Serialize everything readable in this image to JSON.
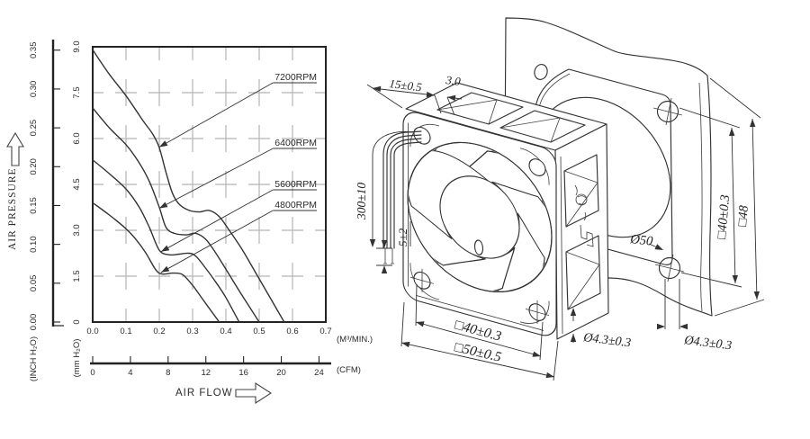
{
  "chart_data": {
    "type": "line",
    "title": "",
    "ylabel": "AIR PRESSURE",
    "xlabel": "AIR FLOW",
    "grid": true,
    "legend_position": "inline-labels",
    "x_primary": {
      "unit": "(M³/MIN.)",
      "min": 0,
      "max": 0.7,
      "ticks": [
        "0.0",
        "0.1",
        "0.2",
        "0.3",
        "0.4",
        "0.5",
        "0.6",
        "0.7"
      ]
    },
    "x_secondary": {
      "unit": "(CFM)",
      "ticks": [
        "0",
        "4",
        "8",
        "12",
        "16",
        "20",
        "24"
      ],
      "m3min_per_cfm": 0.0283168
    },
    "y_primary": {
      "unit": "(INCH H₂O)",
      "ticks": [
        "0.00",
        "0.05",
        "0.10",
        "0.15",
        "0.20",
        "0.25",
        "0.30",
        "0.35"
      ],
      "mm_per_inch": 25.4
    },
    "y_secondary": {
      "unit": "(mm H₂O)",
      "min": 0,
      "max": 9.0,
      "ticks": [
        "0",
        "1.5",
        "3.0",
        "4.5",
        "6.0",
        "7.5",
        "9.0"
      ]
    },
    "series": [
      {
        "name": "7200RPM",
        "label_tip": [
          0.2,
          5.72
        ],
        "points": [
          [
            0,
            8.9
          ],
          [
            0.05,
            8.1
          ],
          [
            0.1,
            7.4
          ],
          [
            0.15,
            6.6
          ],
          [
            0.18,
            6.15
          ],
          [
            0.2,
            5.7
          ],
          [
            0.22,
            4.9
          ],
          [
            0.24,
            4.2
          ],
          [
            0.26,
            3.85
          ],
          [
            0.29,
            3.65
          ],
          [
            0.32,
            3.6
          ],
          [
            0.35,
            3.65
          ],
          [
            0.38,
            3.45
          ],
          [
            0.41,
            3.0
          ],
          [
            0.45,
            2.35
          ],
          [
            0.49,
            1.6
          ],
          [
            0.53,
            0.85
          ],
          [
            0.575,
            0
          ]
        ]
      },
      {
        "name": "6400RPM",
        "label_tip": [
          0.2,
          3.72
        ],
        "points": [
          [
            0,
            7.0
          ],
          [
            0.05,
            6.35
          ],
          [
            0.1,
            5.8
          ],
          [
            0.14,
            5.2
          ],
          [
            0.17,
            4.6
          ],
          [
            0.2,
            3.75
          ],
          [
            0.22,
            3.1
          ],
          [
            0.245,
            2.9
          ],
          [
            0.28,
            2.85
          ],
          [
            0.31,
            2.9
          ],
          [
            0.34,
            2.7
          ],
          [
            0.37,
            2.25
          ],
          [
            0.41,
            1.55
          ],
          [
            0.45,
            0.85
          ],
          [
            0.5,
            0
          ]
        ]
      },
      {
        "name": "5600RPM",
        "label_tip": [
          0.205,
          2.3
        ],
        "points": [
          [
            0,
            5.3
          ],
          [
            0.05,
            4.85
          ],
          [
            0.1,
            4.35
          ],
          [
            0.14,
            3.75
          ],
          [
            0.17,
            3.1
          ],
          [
            0.2,
            2.35
          ],
          [
            0.23,
            2.2
          ],
          [
            0.26,
            2.22
          ],
          [
            0.29,
            2.25
          ],
          [
            0.31,
            2.15
          ],
          [
            0.34,
            1.75
          ],
          [
            0.37,
            1.3
          ],
          [
            0.4,
            0.8
          ],
          [
            0.44,
            0
          ]
        ]
      },
      {
        "name": "4800RPM",
        "label_tip": [
          0.205,
          1.62
        ],
        "points": [
          [
            0,
            3.9
          ],
          [
            0.05,
            3.5
          ],
          [
            0.1,
            3.05
          ],
          [
            0.13,
            2.7
          ],
          [
            0.16,
            2.25
          ],
          [
            0.19,
            1.7
          ],
          [
            0.21,
            1.57
          ],
          [
            0.24,
            1.6
          ],
          [
            0.27,
            1.55
          ],
          [
            0.3,
            1.2
          ],
          [
            0.33,
            0.75
          ],
          [
            0.36,
            0.3
          ],
          [
            0.38,
            0
          ]
        ]
      }
    ],
    "colors": {
      "line": "#333333",
      "grid": "#b5b5b5",
      "text": "#2b2b2b"
    }
  },
  "drawing": {
    "labels": {
      "depth": "15±0.5",
      "flange_inset": "3.0",
      "lead_wire_length": "300±10",
      "strip_length": "5±2",
      "hole_pitch": "□40±0.3",
      "frame_size": "□50±0.5",
      "frame_hole_dia": "Ø4.3±0.3",
      "panel_cutout_dia": "Ø50",
      "panel_hole_pitch": "□40±0.3",
      "panel_outline": "□48",
      "panel_hole_dia": "Ø4.3±0.3"
    }
  }
}
